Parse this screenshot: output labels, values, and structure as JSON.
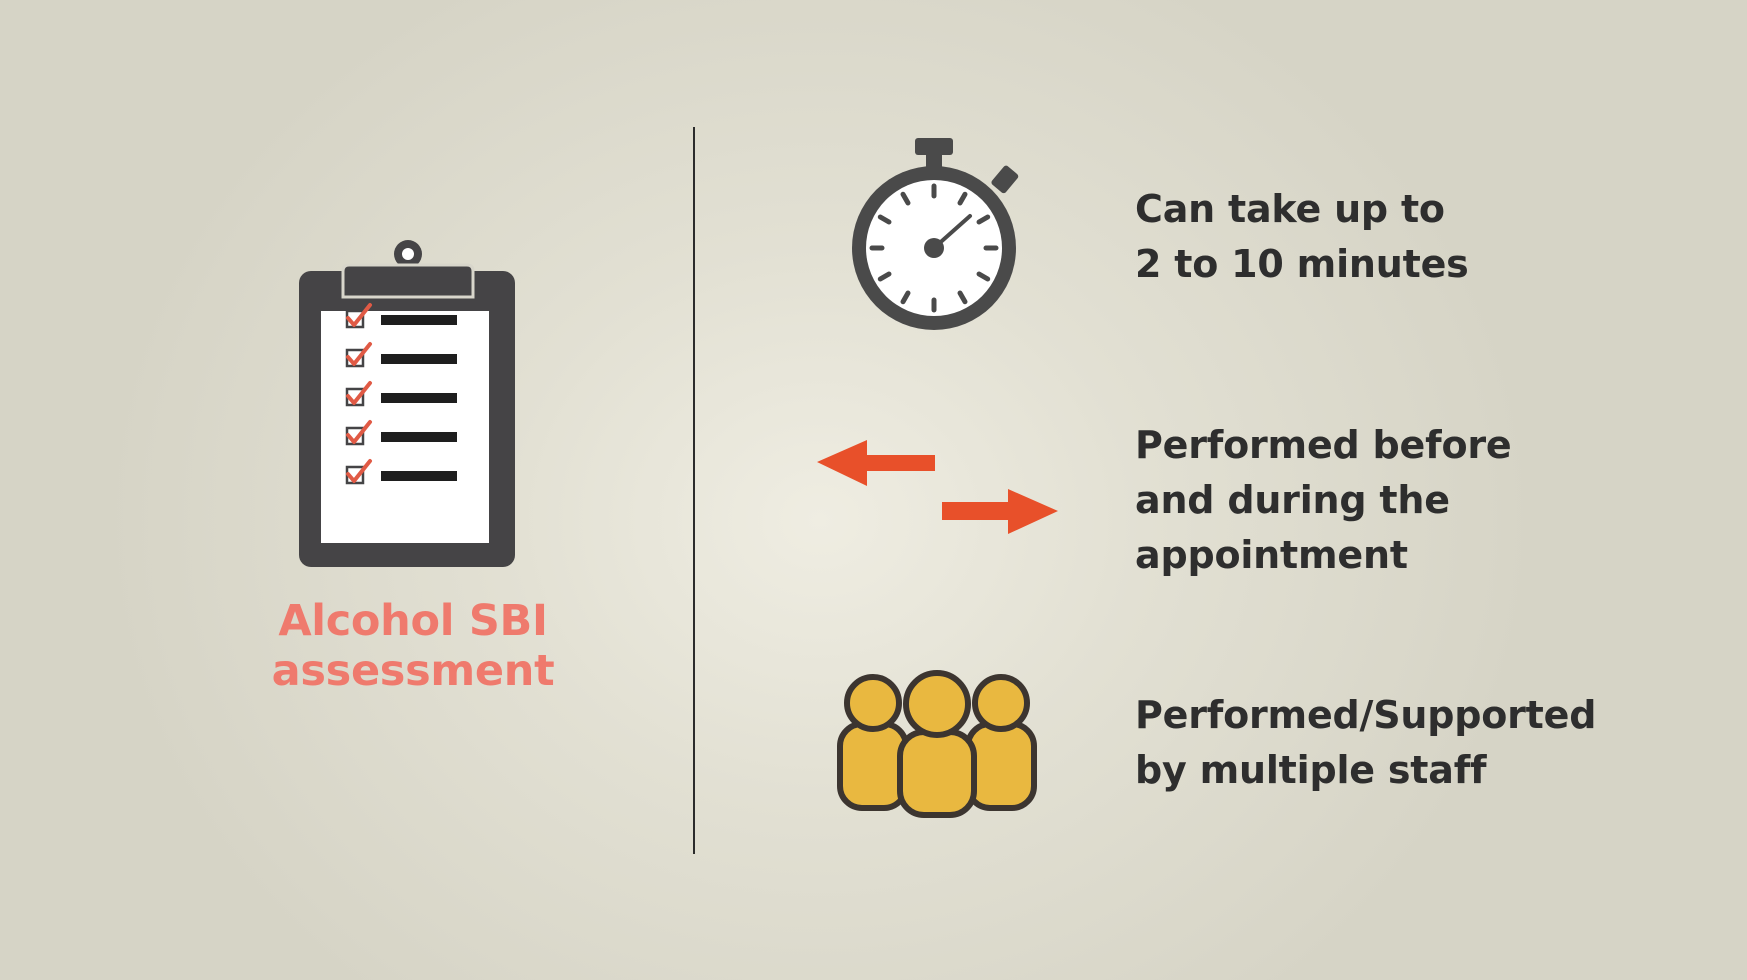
{
  "left": {
    "title_lines": [
      "Alcohol SBI",
      "assessment"
    ],
    "icon": "clipboard-checklist-icon"
  },
  "features": [
    {
      "icon": "stopwatch-icon",
      "lines": [
        "Can take up to",
        "2 to 10 minutes"
      ]
    },
    {
      "icon": "bidirectional-arrows-icon",
      "lines": [
        "Performed before",
        "and during the",
        "appointment"
      ]
    },
    {
      "icon": "group-people-icon",
      "lines": [
        "Performed/Supported",
        "by multiple staff"
      ]
    }
  ],
  "colors": {
    "title_coral": "#ef7a6d",
    "text_dark": "#2e2e2e",
    "icon_dark": "#4a4a4a",
    "arrow_orange": "#e8502a",
    "people_gold": "#e9b840",
    "check_red": "#e05a45"
  }
}
